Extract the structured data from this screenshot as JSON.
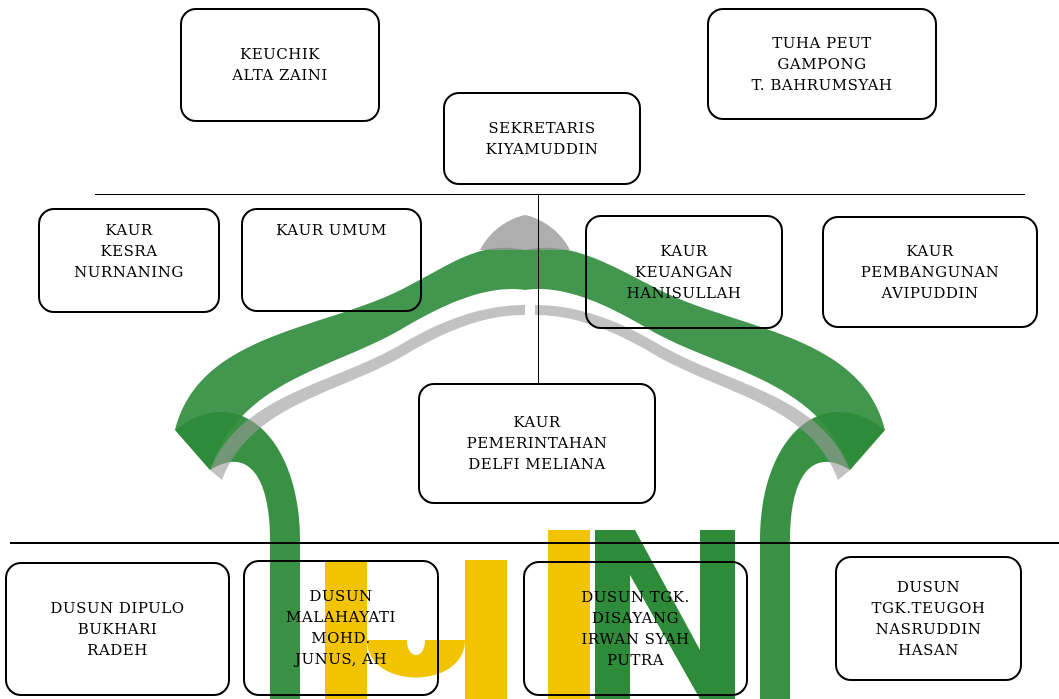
{
  "watermark": {
    "colors": {
      "green": "#2e8b3a",
      "yellow": "#f2c400",
      "gray": "#9a9a9a"
    }
  },
  "boxes": {
    "keuchik": {
      "line1": "KEUCHIK",
      "line2": "ALTA ZAINI"
    },
    "tuha_peut": {
      "line1": "TUHA PEUT",
      "line2": "GAMPONG",
      "line3": "T. BAHRUMSYAH"
    },
    "sekretaris": {
      "line1": "SEKRETARIS",
      "line2": "KIYAMUDDIN"
    },
    "kaur_kesra": {
      "line1": "KAUR",
      "line2": "KESRA",
      "line3": "NURNANING"
    },
    "kaur_umum": {
      "line1": "KAUR UMUM"
    },
    "kaur_keuangan": {
      "line1": "KAUR",
      "line2": "KEUANGAN",
      "line3": "HANISULLAH"
    },
    "kaur_pembangunan": {
      "line1": "KAUR",
      "line2": "PEMBANGUNAN",
      "line3": "AVIPUDDIN"
    },
    "kaur_pemerintahan": {
      "line1": "KAUR",
      "line2": "PEMERINTAHAN",
      "line3": "DELFI MELIANA"
    },
    "dusun_dipulo": {
      "line1": "DUSUN DIPULO",
      "line2": "BUKHARI",
      "line3": "RADEH"
    },
    "dusun_malahayati": {
      "line1": "DUSUN",
      "line2": "MALAHAYATI",
      "line3": "MOHD.",
      "line4": "JUNUS, AH"
    },
    "dusun_tgk_disayang": {
      "line1": "DUSUN TGK.",
      "line2": "DISAYANG",
      "line3": "IRWAN SYAH",
      "line4": "PUTRA"
    },
    "dusun_tgk_teugoh": {
      "line1": "DUSUN",
      "line2": "TGK.TEUGOH",
      "line3": "NASRUDDIN",
      "line4": "HASAN"
    }
  }
}
